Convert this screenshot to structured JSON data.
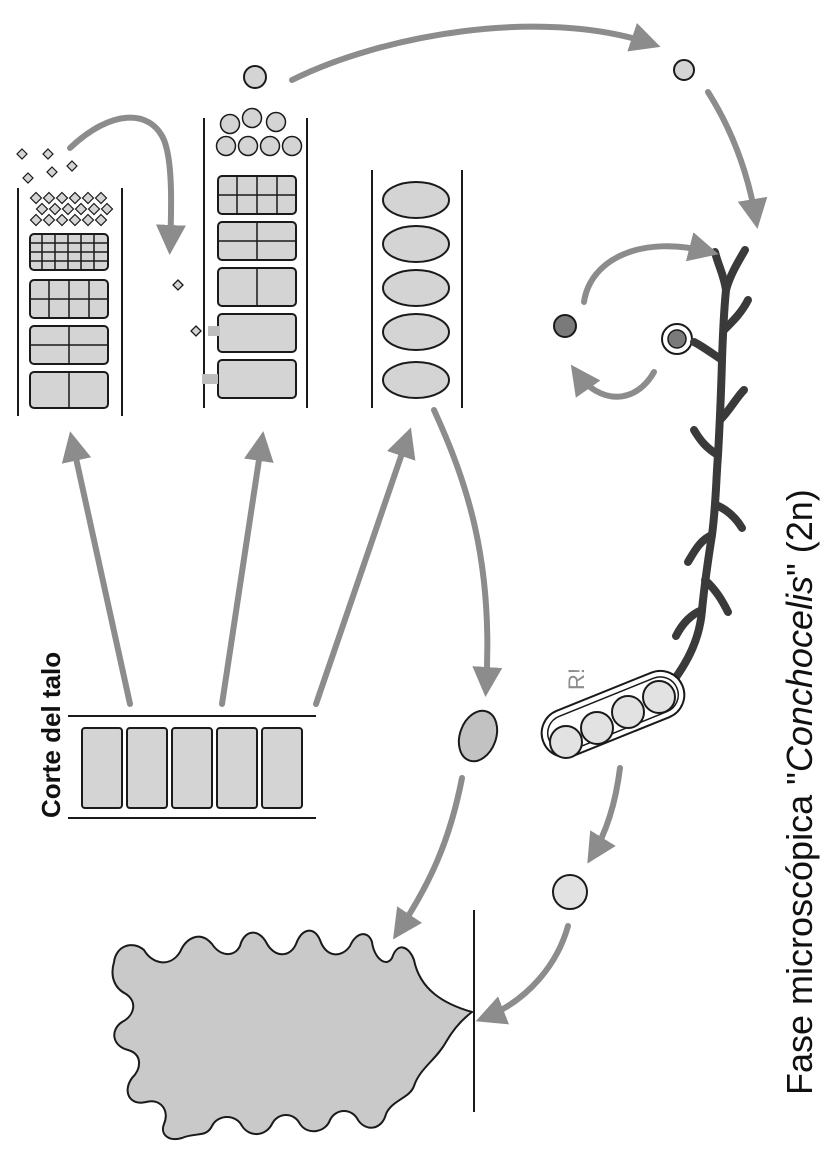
{
  "labels": {
    "thallus_section": "Corte del talo",
    "conchocelis_prefix": "Fase microscópica \"",
    "conchocelis_name": "Conchocelis",
    "conchocelis_suffix": "\" (2n)",
    "meiosis_mark": "R!"
  },
  "colors": {
    "arrow": "#8c8c8c",
    "cell_fill": "#d4d4d4",
    "outline": "#1a1a1a",
    "filament": "#3a3a3a",
    "dark_spore": "#7a7a7a",
    "thallus_fill": "#c9c9c9"
  }
}
